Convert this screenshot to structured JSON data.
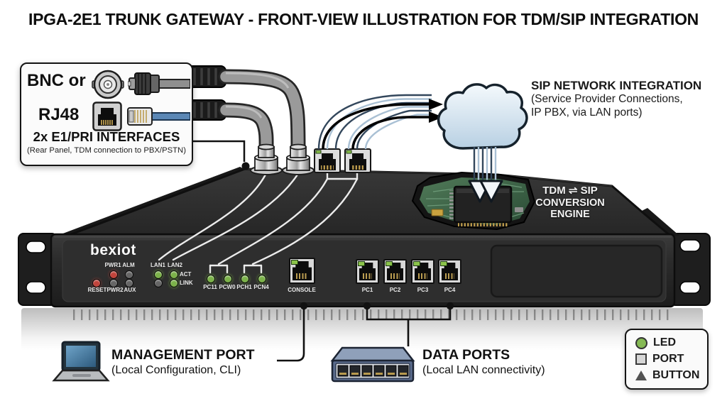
{
  "title": "IPGA-2E1 TRUNK GATEWAY - FRONT-VIEW ILLUSTRATION FOR TDM/SIP INTEGRATION",
  "e1_callout": {
    "bnc_label": "BNC or",
    "rj48_label": "RJ48",
    "heading": "2x E1/PRI INTERFACES",
    "subheading": "(Rear Panel, TDM connection to PBX/PSTN)"
  },
  "sip_note": {
    "heading": "SIP NETWORK INTEGRATION",
    "line2": "(Service Provider Connections,",
    "line3": "IP PBX, via LAN ports)"
  },
  "conversion_engine": {
    "line1": "TDM ⇌ SIP",
    "line2": "CONVERSION",
    "line3": "ENGINE"
  },
  "device": {
    "brand": "bexiot",
    "status_leds": {
      "pwr1": "PWR1",
      "alm": "ALM",
      "reset": "RESET",
      "pwr2": "PWR2",
      "aux": "AUX"
    },
    "lan_leds": {
      "lan1": "LAN1",
      "lan2": "LAN2",
      "act": "ACT",
      "link": "LINK"
    },
    "pc_led_labels": [
      "PC11",
      "PCW0",
      "PCH1",
      "PCN4"
    ],
    "console_label": "CONSOLE",
    "data_port_labels": [
      "PC1",
      "PC2",
      "PC3",
      "PC4"
    ]
  },
  "management_note": {
    "heading": "MANAGEMENT PORT",
    "subheading": "(Local Configuration, CLI)"
  },
  "data_ports_note": {
    "heading": "DATA PORTS",
    "subheading": "(Local LAN connectivity)"
  },
  "legend": {
    "items": [
      {
        "icon": "led-circle",
        "label": "LED"
      },
      {
        "icon": "port-square",
        "label": "PORT"
      },
      {
        "icon": "button-triangle",
        "label": "BUTTON"
      }
    ]
  },
  "icons": {
    "bnc_female": "coax-circle",
    "bnc_plug": "coax-plug-with-cable",
    "rj48_jack": "rj45-jack",
    "rj48_plug": "rj45-plug-with-blue-cable",
    "cloud": "cloud",
    "laptop": "laptop",
    "ethernet_switch": "switch-box",
    "legend_led": "circle",
    "legend_port": "square",
    "legend_button": "triangle"
  },
  "colors": {
    "led_green": "#7cb24a",
    "led_red": "#c2443c",
    "led_off_gray": "#666666",
    "chassis_dark": "#2b2b2b",
    "cloud_blue": "#c9dcec",
    "cable_gray": "#9a9a9a",
    "cable_blue": "#6a94c0",
    "pcb_green": "#41704d"
  }
}
